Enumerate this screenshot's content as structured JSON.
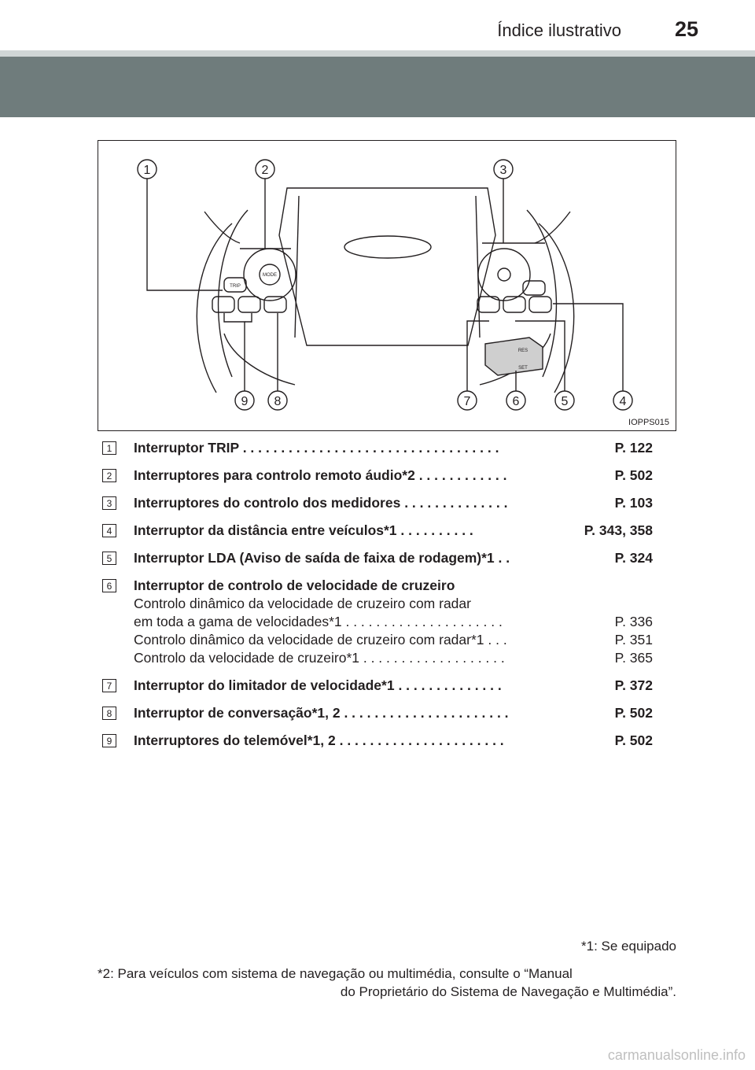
{
  "header": {
    "title": "Índice ilustrativo",
    "page": "25"
  },
  "figure": {
    "code": "IOPPS015",
    "callouts": [
      "1",
      "2",
      "3",
      "4",
      "5",
      "6",
      "7",
      "8",
      "9"
    ],
    "button_labels": [
      "TRIP",
      "MODE",
      "RES",
      "SET"
    ]
  },
  "items": [
    {
      "num": "1",
      "text": "Interruptor TRIP . . . . . . . . . . . . . . . . . . . . . . . . . . . . . . . . . .",
      "page": "P. 122"
    },
    {
      "num": "2",
      "text": "Interruptores para controlo remoto áudio*2 . . . . . . . . . . . .",
      "page": "P. 502"
    },
    {
      "num": "3",
      "text": "Interruptores do controlo dos medidores . . . . . . . . . . . . . .",
      "page": "P. 103"
    },
    {
      "num": "4",
      "text": "Interruptor da distância entre veículos*1 . . . . . . . . . .",
      "page": "P. 343, 358"
    },
    {
      "num": "5",
      "text": "Interruptor LDA (Aviso de saída de faixa de rodagem)*1 . .",
      "page": "P. 324"
    },
    {
      "num": "6",
      "text": "Interruptor de controlo de velocidade de cruzeiro",
      "page": "",
      "sub": [
        {
          "text": "Controlo dinâmico da velocidade de cruzeiro com radar",
          "page": ""
        },
        {
          "text": "em toda a gama de velocidades*1 . . . . . . . . . . . . . . . . . . . . .",
          "page": "P. 336"
        },
        {
          "text": "Controlo dinâmico da velocidade de cruzeiro com radar*1 . . .",
          "page": "P. 351"
        },
        {
          "text": "Controlo da velocidade de cruzeiro*1 . . . . . . . . . . . . . . . . . . .",
          "page": "P. 365"
        }
      ]
    },
    {
      "num": "7",
      "text": "Interruptor do limitador de velocidade*1 . . . . . . . . . . . . . .",
      "page": "P. 372"
    },
    {
      "num": "8",
      "text": "Interruptor de conversação*1, 2 . . . . . . . . . . . . . . . . . . . . . .",
      "page": "P. 502"
    },
    {
      "num": "9",
      "text": "Interruptores do telemóvel*1, 2 . . . . . . . . . . . . . . . . . . . . . .",
      "page": "P. 502"
    }
  ],
  "footnotes": {
    "f1": "*1: Se equipado",
    "f2_line1": "*2: Para veículos com sistema de navegação ou multimédia, consulte o “Manual",
    "f2_line2": "do Proprietário do Sistema de Navegação e Multimédia”."
  },
  "watermark": "carmanualsonline.info"
}
